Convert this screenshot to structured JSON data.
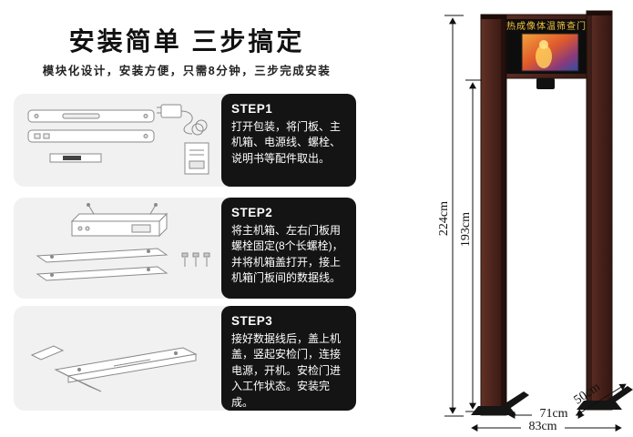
{
  "header": {
    "title": "安装简单 三步搞定",
    "subtitle": "模块化设计，安装方便，只需8分钟，三步完成安装"
  },
  "steps": [
    {
      "label": "STEP1",
      "text": "打开包装，将门板、主机箱、电源线、螺栓、说明书等配件取出。"
    },
    {
      "label": "STEP2",
      "text": "将主机箱、左右门板用螺栓固定(8个长螺栓)，并将机箱盖打开，接上机箱门板间的数据线。"
    },
    {
      "label": "STEP3",
      "text": "接好数据线后，盖上机盖，竖起安检门，连接电源，开机。安检门进入工作状态。安装完成。"
    }
  ],
  "door": {
    "panel_title": "热成像体温筛查门",
    "dimensions": {
      "total_height": "224cm",
      "inner_height": "193cm",
      "depth": "50cm",
      "inner_width": "71cm",
      "outer_width": "83cm"
    },
    "colors": {
      "frame": "#4a221b",
      "panel": "#0d0d0d",
      "indicator_red": "#e03131",
      "indicator_green": "#2fbf4f",
      "panel_title_yellow": "#f5c13d"
    }
  }
}
